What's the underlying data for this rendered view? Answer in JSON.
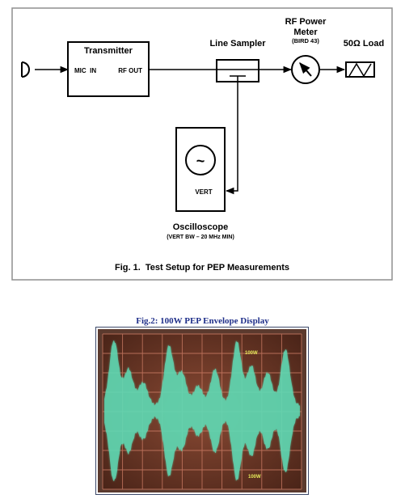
{
  "fig1": {
    "transmitter": {
      "title": "Transmitter",
      "input": "MIC  IN",
      "output": "RF OUT"
    },
    "sampler": "Line Sampler",
    "meter": {
      "line1": "RF Power",
      "line2": "Meter",
      "model": "(BIRD 43)"
    },
    "load": "50Ω Load",
    "scope": {
      "tilde": "~",
      "input": "VERT",
      "title": "Oscilloscope",
      "spec": "(VERT BW – 20 MHz MIN)"
    },
    "caption": "Fig. 1.  Test Setup for PEP Measurements",
    "icons": [
      "microphone-icon",
      "meter-dial-icon",
      "dummy-load-icon",
      "scope-screen-icon"
    ]
  },
  "fig2": {
    "caption": "Fig.2: 100W PEP Envelope Display",
    "marker_top": "100W",
    "marker_bottom": "100W",
    "colors": {
      "screen": "#7e4430",
      "grid": "#c97a63",
      "trace": "#5fd9b4",
      "marker": "#e6ea5a"
    }
  }
}
